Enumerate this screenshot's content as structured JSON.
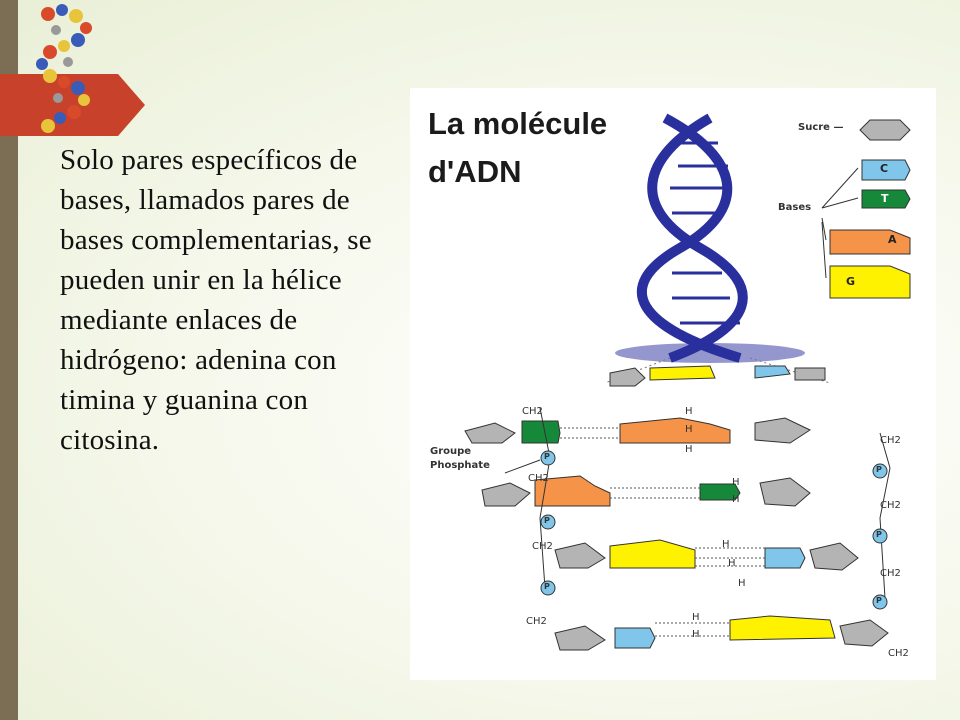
{
  "slide": {
    "body_text": "Solo pares específicos de bases, llamados pares de bases complementarias, se pueden unir en la hélice mediante enlaces de hidrógeno: adenina con timina y guanina con citosina."
  },
  "figure": {
    "title_line1": "La molécule",
    "title_line2": "d'ADN",
    "label_sucre": "Sucre —",
    "label_bases": "Bases",
    "label_groupe": "Groupe",
    "label_phosphate": "Phosphate",
    "base_c": "C",
    "base_t": "T",
    "base_a": "A",
    "base_g": "G",
    "ch2": "CH2",
    "h": "H",
    "p": "P"
  },
  "colors": {
    "left_bar": "#7b6e55",
    "accent_red": "#c8422b",
    "helix_blue": "#2a2f9e",
    "sugar_gray": "#b4b4b4",
    "cytosine": "#7fc6ea",
    "thymine": "#16883a",
    "adenine": "#f59348",
    "guanine": "#fff200"
  }
}
